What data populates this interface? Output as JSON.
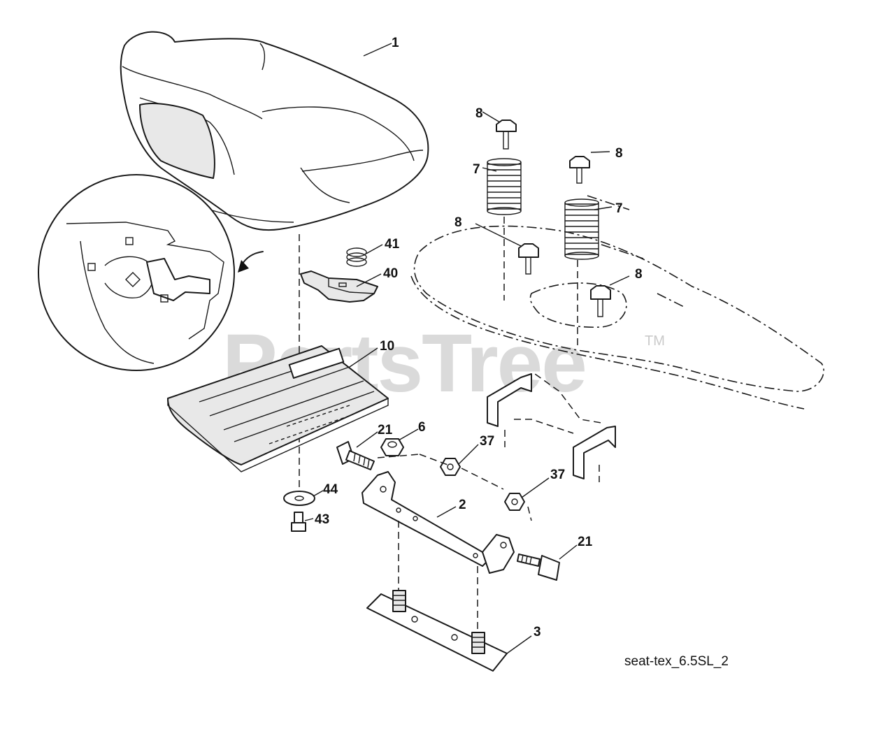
{
  "diagram": {
    "caption": "seat-tex_6.5SL_2",
    "watermark": "PartsTree",
    "watermark_mark": "TM",
    "callouts": [
      {
        "id": "c1",
        "text": "1"
      },
      {
        "id": "c8a",
        "text": "8"
      },
      {
        "id": "c8b",
        "text": "8"
      },
      {
        "id": "c8c",
        "text": "8"
      },
      {
        "id": "c8d",
        "text": "8"
      },
      {
        "id": "c7a",
        "text": "7"
      },
      {
        "id": "c7b",
        "text": "7"
      },
      {
        "id": "c41",
        "text": "41"
      },
      {
        "id": "c40",
        "text": "40"
      },
      {
        "id": "c10",
        "text": "10"
      },
      {
        "id": "c21a",
        "text": "21"
      },
      {
        "id": "c6",
        "text": "6"
      },
      {
        "id": "c37a",
        "text": "37"
      },
      {
        "id": "c37b",
        "text": "37"
      },
      {
        "id": "c44",
        "text": "44"
      },
      {
        "id": "c43",
        "text": "43"
      },
      {
        "id": "c2",
        "text": "2"
      },
      {
        "id": "c21b",
        "text": "21"
      },
      {
        "id": "c3",
        "text": "3"
      }
    ]
  }
}
